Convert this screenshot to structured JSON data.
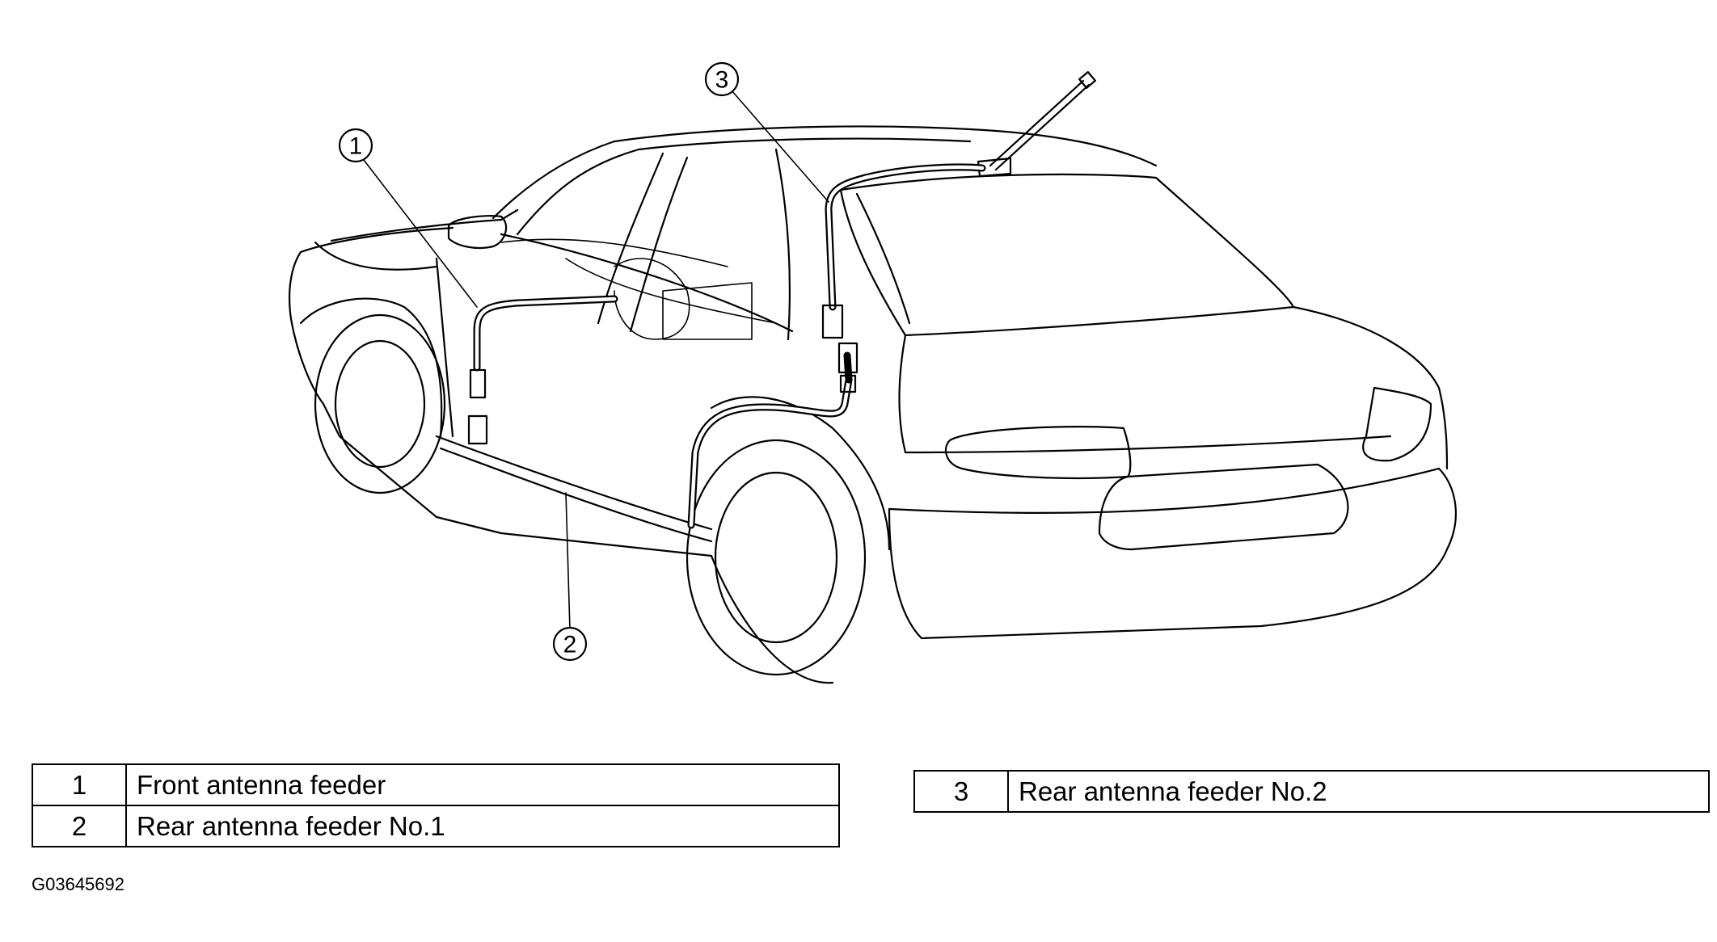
{
  "callouts": [
    {
      "number": "1"
    },
    {
      "number": "2"
    },
    {
      "number": "3"
    }
  ],
  "legend_left": [
    {
      "number": "1",
      "label": "Front antenna feeder"
    },
    {
      "number": "2",
      "label": "Rear antenna feeder No.1"
    }
  ],
  "legend_right": [
    {
      "number": "3",
      "label": "Rear antenna feeder No.2"
    }
  ],
  "figure_id": "G03645692"
}
